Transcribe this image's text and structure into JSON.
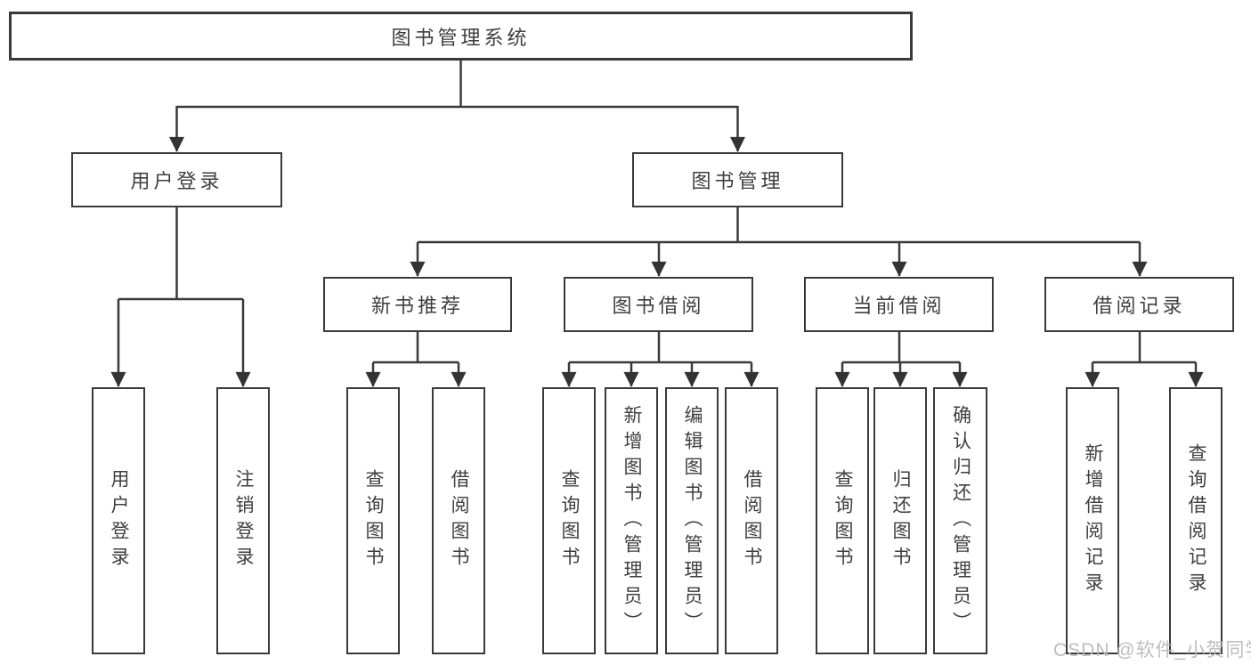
{
  "colors": {
    "line": "#3a3a3a",
    "text": "#3f3f3f",
    "box_fill": "#ffffff",
    "watermark": "#b9b9b9"
  },
  "tree": {
    "root": "图书管理系统",
    "level2": [
      "用户登录",
      "图书管理"
    ],
    "level3": [
      "新书推荐",
      "图书借阅",
      "当前借阅",
      "借阅记录"
    ],
    "leaves": {
      "user_login": [
        "用户登录",
        "注销登录"
      ],
      "new_book_recommend": [
        "查询图书",
        "借阅图书"
      ],
      "book_borrow": [
        "查询图书",
        "新增图书（管理员）",
        "编辑图书（管理员）",
        "借阅图书"
      ],
      "current_borrow": [
        "查询图书",
        "归还图书",
        "确认归还（管理员）"
      ],
      "borrow_records": [
        "新增借阅记录",
        "查询借阅记录"
      ]
    }
  },
  "watermark": "CSDN @软件_小贺同学"
}
